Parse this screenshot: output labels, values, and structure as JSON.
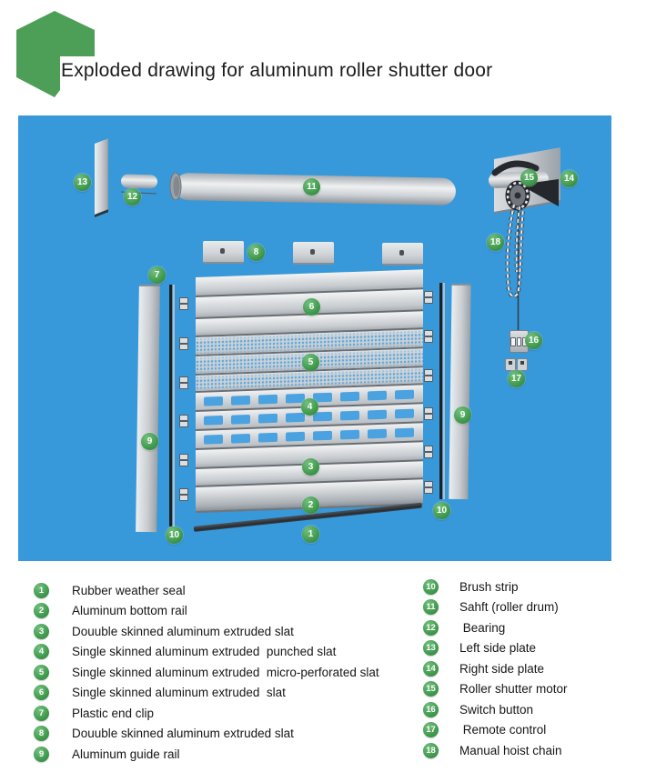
{
  "header": {
    "title": "Exploded drawing for aluminum roller shutter door"
  },
  "colors": {
    "panel_blue": "#3799da",
    "brand_green": "#4d9f57",
    "badge_green": "#3f9a4c",
    "metal_gray": "#c9ced2",
    "seal_dark": "#2f363c"
  },
  "legend": {
    "left": [
      {
        "num": "1",
        "label": "Rubber weather seal"
      },
      {
        "num": "2",
        "label": "Aluminum bottom rail"
      },
      {
        "num": "3",
        "label": "Douuble skinned aluminum extruded slat"
      },
      {
        "num": "4",
        "label": "Single skinned aluminum extruded  punched slat"
      },
      {
        "num": "5",
        "label": "Single skinned aluminum extruded  micro-perforated slat"
      },
      {
        "num": "6",
        "label": "Single skinned aluminum extruded  slat"
      },
      {
        "num": "7",
        "label": "Plastic end clip"
      },
      {
        "num": "8",
        "label": "Douuble skinned aluminum extruded slat"
      },
      {
        "num": "9",
        "label": "Aluminum guide rail"
      }
    ],
    "right": [
      {
        "num": "10",
        "label": "Brush strip"
      },
      {
        "num": "11",
        "label": "Sahft (roller drum)"
      },
      {
        "num": "12",
        "label": " Bearing"
      },
      {
        "num": "13",
        "label": "Left side plate"
      },
      {
        "num": "14",
        "label": "Right side plate"
      },
      {
        "num": "15",
        "label": "Roller shutter motor"
      },
      {
        "num": "16",
        "label": "Switch button"
      },
      {
        "num": "17",
        "label": " Remote control"
      },
      {
        "num": "18",
        "label": "Manual hoist chain"
      }
    ]
  }
}
